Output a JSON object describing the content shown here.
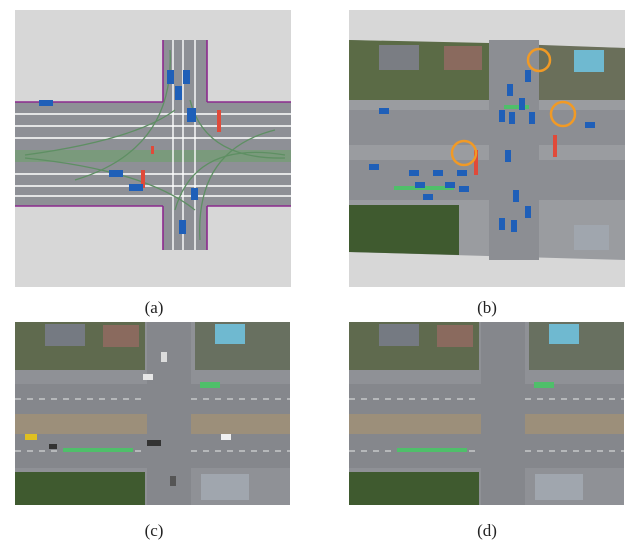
{
  "figure": {
    "captions": {
      "a": "(a)",
      "b": "(b)",
      "c": "(c)",
      "d": "(d)"
    },
    "colors": {
      "map_background": "#d7d7d7",
      "road_gray": "#8e9096",
      "boundary_purple": "#8b2a8e",
      "lane_green": "#5e8f63",
      "vehicle_blue": "#1f5fb8",
      "stop_line_red": "#e04a3a",
      "highlight_orange": "#f19a25",
      "bike_lane_green": "#4fbf6a"
    }
  }
}
